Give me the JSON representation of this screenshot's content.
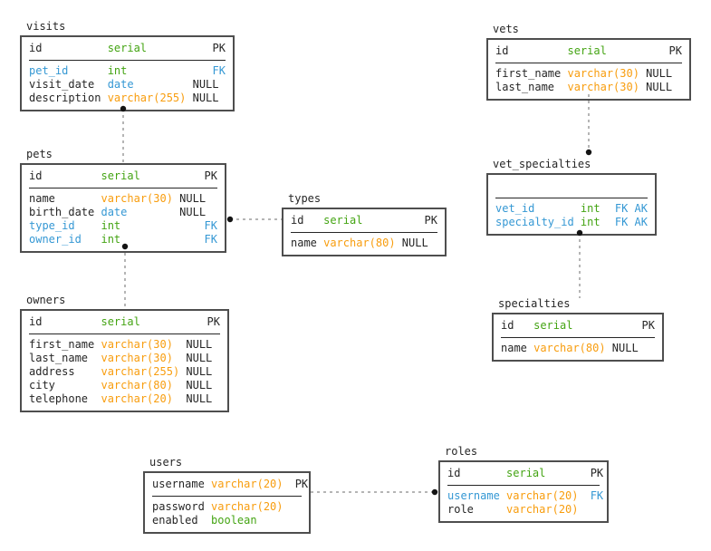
{
  "diagram": {
    "tables": [
      {
        "name": "visits",
        "header": {
          "name": "id",
          "type": "serial",
          "null": "",
          "keys": "PK",
          "fk": false
        },
        "rows": [
          {
            "name": "pet_id",
            "type": "int",
            "null": "",
            "keys": "FK",
            "fk": true
          },
          {
            "name": "visit_date",
            "type": "date",
            "null": "NULL",
            "keys": "",
            "fk": false
          },
          {
            "name": "description",
            "type": "varchar(255)",
            "null": "NULL",
            "keys": "",
            "fk": false
          }
        ]
      },
      {
        "name": "pets",
        "header": {
          "name": "id",
          "type": "serial",
          "null": "",
          "keys": "PK",
          "fk": false
        },
        "rows": [
          {
            "name": "name",
            "type": "varchar(30)",
            "null": "NULL",
            "keys": "",
            "fk": false
          },
          {
            "name": "birth_date",
            "type": "date",
            "null": "NULL",
            "keys": "",
            "fk": false
          },
          {
            "name": "type_id",
            "type": "int",
            "null": "",
            "keys": "FK",
            "fk": true
          },
          {
            "name": "owner_id",
            "type": "int",
            "null": "",
            "keys": "FK",
            "fk": true
          }
        ]
      },
      {
        "name": "owners",
        "header": {
          "name": "id",
          "type": "serial",
          "null": "",
          "keys": "PK",
          "fk": false
        },
        "rows": [
          {
            "name": "first_name",
            "type": "varchar(30)",
            "null": "NULL",
            "keys": "",
            "fk": false
          },
          {
            "name": "last_name",
            "type": "varchar(30)",
            "null": "NULL",
            "keys": "",
            "fk": false
          },
          {
            "name": "address",
            "type": "varchar(255)",
            "null": "NULL",
            "keys": "",
            "fk": false
          },
          {
            "name": "city",
            "type": "varchar(80)",
            "null": "NULL",
            "keys": "",
            "fk": false
          },
          {
            "name": "telephone",
            "type": "varchar(20)",
            "null": "NULL",
            "keys": "",
            "fk": false
          }
        ]
      },
      {
        "name": "types",
        "header": {
          "name": "id",
          "type": "serial",
          "null": "",
          "keys": "PK",
          "fk": false
        },
        "rows": [
          {
            "name": "name",
            "type": "varchar(80)",
            "null": "NULL",
            "keys": "",
            "fk": false
          }
        ]
      },
      {
        "name": "vets",
        "header": {
          "name": "id",
          "type": "serial",
          "null": "",
          "keys": "PK",
          "fk": false
        },
        "rows": [
          {
            "name": "first_name",
            "type": "varchar(30)",
            "null": "NULL",
            "keys": "",
            "fk": false
          },
          {
            "name": "last_name",
            "type": "varchar(30)",
            "null": "NULL",
            "keys": "",
            "fk": false
          }
        ]
      },
      {
        "name": "vet_specialties",
        "header": {
          "name": "",
          "type": "",
          "null": "",
          "keys": "",
          "fk": false
        },
        "rows": [
          {
            "name": "vet_id",
            "type": "int",
            "null": "",
            "keys": "FK AK",
            "fk": true
          },
          {
            "name": "specialty_id",
            "type": "int",
            "null": "",
            "keys": "FK AK",
            "fk": true
          }
        ]
      },
      {
        "name": "specialties",
        "header": {
          "name": "id",
          "type": "serial",
          "null": "",
          "keys": "PK",
          "fk": false
        },
        "rows": [
          {
            "name": "name",
            "type": "varchar(80)",
            "null": "NULL",
            "keys": "",
            "fk": false
          }
        ]
      },
      {
        "name": "users",
        "header": {
          "name": "username",
          "type": "varchar(20)",
          "null": "",
          "keys": "PK",
          "fk": false
        },
        "rows": [
          {
            "name": "password",
            "type": "varchar(20)",
            "null": "",
            "keys": "",
            "fk": false
          },
          {
            "name": "enabled",
            "type": "boolean",
            "null": "",
            "keys": "",
            "fk": false
          }
        ]
      },
      {
        "name": "roles",
        "header": {
          "name": "id",
          "type": "serial",
          "null": "",
          "keys": "PK",
          "fk": false
        },
        "rows": [
          {
            "name": "username",
            "type": "varchar(20)",
            "null": "",
            "keys": "FK",
            "fk": true
          },
          {
            "name": "role",
            "type": "varchar(20)",
            "null": "",
            "keys": "",
            "fk": false
          }
        ]
      }
    ],
    "relations": [
      {
        "from": "visits",
        "to": "pets"
      },
      {
        "from": "pets",
        "to": "types"
      },
      {
        "from": "pets",
        "to": "owners"
      },
      {
        "from": "vets",
        "to": "vet_specialties"
      },
      {
        "from": "vet_specialties",
        "to": "specialties"
      },
      {
        "from": "users",
        "to": "roles"
      }
    ]
  },
  "colors": {
    "type_green": "#44a413",
    "type_blue": "#3598d4",
    "type_orange": "#f89d0e",
    "text": "#262626",
    "border": "#4e4e4e",
    "connector": "#b5b5b5",
    "connector_dot": "#141414",
    "background": "#ffffff"
  }
}
